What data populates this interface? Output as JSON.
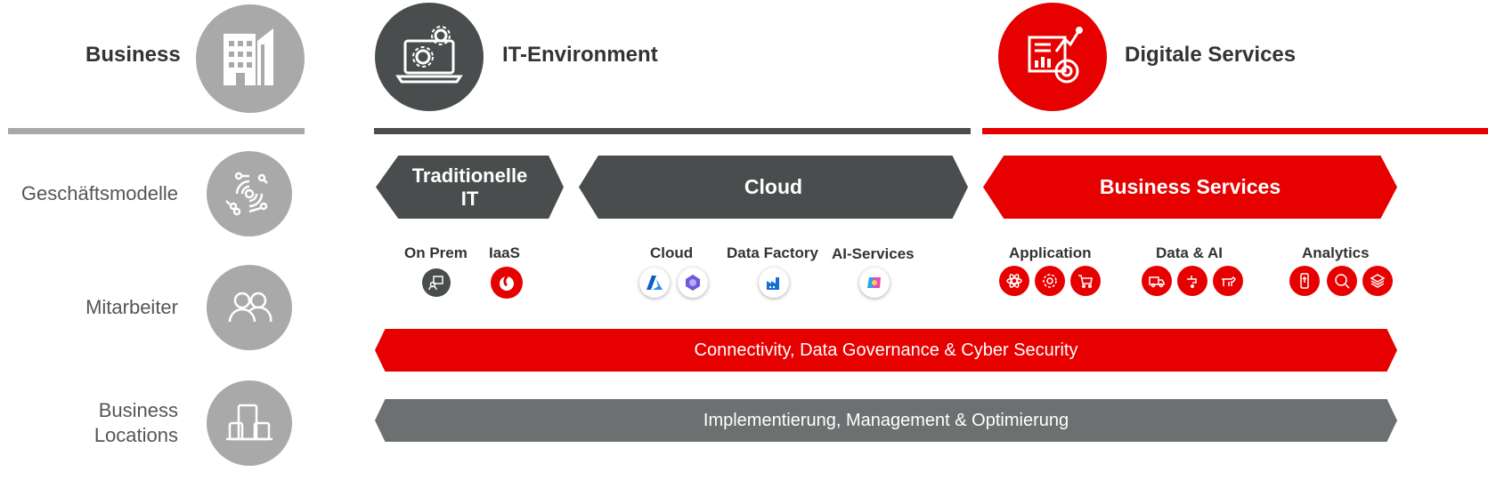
{
  "columns": {
    "business": {
      "label": "Business"
    },
    "it_environment": {
      "label": "IT-Environment"
    },
    "digital_services": {
      "label": "Digitale Services"
    }
  },
  "rows": {
    "geschaeftsmodelle": "Geschäftsmodelle",
    "mitarbeiter": "Mitarbeiter",
    "locations_line1": "Business",
    "locations_line2": "Locations"
  },
  "chevrons": {
    "traditional_line1": "Traditionelle",
    "traditional_line2": "IT",
    "cloud": "Cloud",
    "business_services": "Business Services"
  },
  "sublabels": {
    "on_prem": "On Prem",
    "iaas": "IaaS",
    "cloud": "Cloud",
    "data_factory": "Data Factory",
    "ai_services": "AI-Services",
    "application": "Application",
    "data_ai": "Data & AI",
    "analytics": "Analytics"
  },
  "bands": {
    "connectivity": "Connectivity, Data Governance & Cyber Security",
    "implementation": "Implementierung, Management & Optimierung"
  },
  "colors": {
    "accent_red": "#e60000",
    "dark_grey": "#4a4d4e",
    "light_grey": "#a9a9a9"
  },
  "icons": [
    "building-icon",
    "laptop-gear-icon",
    "dashboard-analytics-icon",
    "network-nodes-icon",
    "people-icon",
    "buildings-outline-icon",
    "vodafone-logo-icon",
    "azure-logo-icon",
    "copilot-logo-icon",
    "data-factory-icon",
    "ai-copilot-icon"
  ]
}
